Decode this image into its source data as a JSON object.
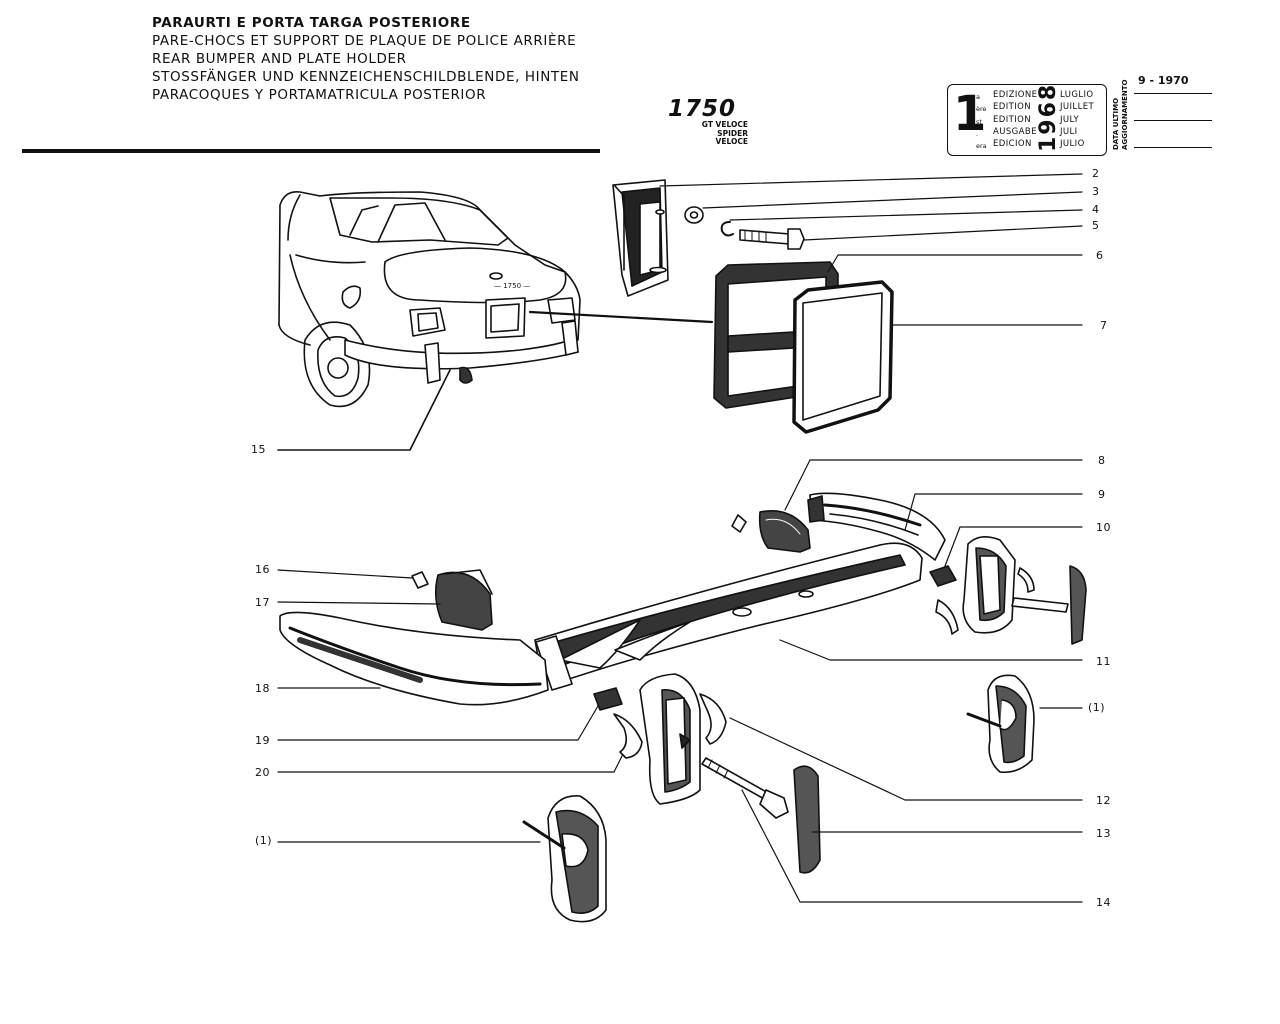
{
  "header": {
    "titles": [
      "PARAURTI E PORTA TARGA POSTERIORE",
      "PARE-CHOCS ET SUPPORT DE PLAQUE DE POLICE ARRIÈRE",
      "REAR BUMPER AND PLATE HOLDER",
      "STOSSFÄNGER UND KENNZEICHENSCHILDBLENDE, HINTEN",
      "PARACOQUES Y PORTAMATRICULA POSTERIOR"
    ],
    "model": "1750",
    "variants": [
      "GT VELOCE",
      "SPIDER VELOCE"
    ]
  },
  "edition": {
    "number": "1",
    "suffixes": [
      "a",
      "ère",
      "st",
      ".",
      "era"
    ],
    "labels": [
      "EDIZIONE",
      "EDITION",
      "EDITION",
      "AUSGABE",
      "EDICION"
    ],
    "year": "1968",
    "months": [
      "LUGLIO",
      "JUILLET",
      "JULY",
      "JULI",
      "JULIO"
    ],
    "update_label": [
      "DATA ULTIMO",
      "AGGIORNAMENTO"
    ],
    "update_date": "9 - 1970"
  },
  "callouts": {
    "right": [
      "2",
      "3",
      "4",
      "5",
      "6",
      "7",
      "8",
      "9",
      "10",
      "11",
      "(1)",
      "12",
      "13",
      "14"
    ],
    "left": [
      "15",
      "16",
      "17",
      "18",
      "19",
      "20",
      "(1)"
    ]
  }
}
